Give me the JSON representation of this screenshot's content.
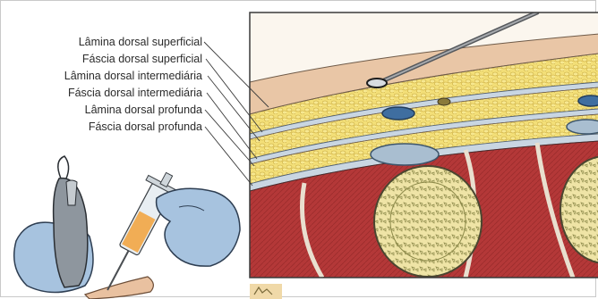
{
  "figure": {
    "labels": [
      "Lâmina dorsal superficial",
      "Fáscia dorsal superficial",
      "Lâmina dorsal intermediária",
      "Fáscia dorsal intermediária",
      "Lâmina dorsal profunda",
      "Fáscia dorsal profunda"
    ]
  },
  "colors": {
    "skin": "#e8c6a8",
    "fat": "#f2de7a",
    "muscle": "#b63a3a",
    "fascia": "#b9c7d6",
    "bone": "#efe2a4",
    "glove": "#a9c4df"
  }
}
